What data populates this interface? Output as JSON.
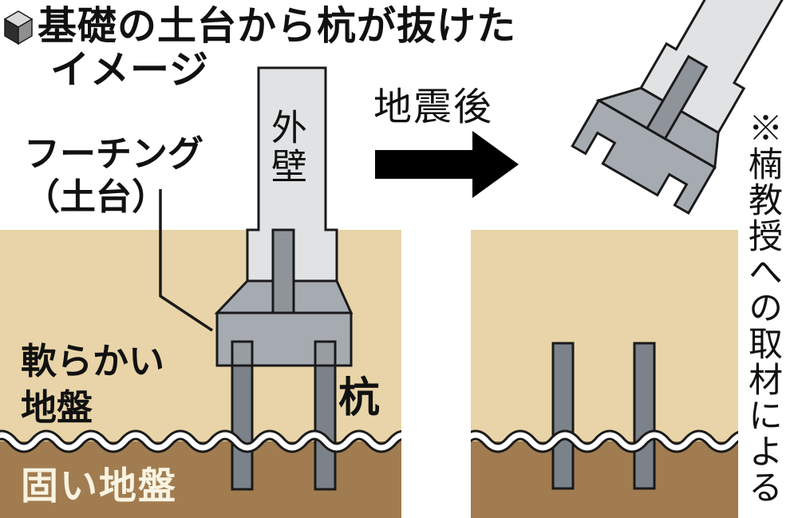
{
  "figure": {
    "title_line1": "基礎の土台から杭が抜けた",
    "title_line2": "イメージ",
    "transition_label": "地震後",
    "source_note": "※楠教授への取材による"
  },
  "labels": {
    "wall": "外壁",
    "footing": "フーチング\n（土台）",
    "soft_ground": "軟らかい\n地盤",
    "hard_ground": "固い地盤",
    "pile": "杭"
  },
  "colors": {
    "soft_ground": "#e8d4a8",
    "hard_ground": "#a17c50",
    "wall": "#e0e2e4",
    "footing": "#a6abb2",
    "column": "#8f949b",
    "pile": "#7b828a",
    "pile_embedded": "#989da4",
    "outline": "#1a1a1a",
    "arrow": "#000000",
    "wave_band": "#ffffff",
    "cube_top": "#d9d9d9",
    "cube_left": "#2e2e2e",
    "cube_right": "#8f8f8f"
  }
}
